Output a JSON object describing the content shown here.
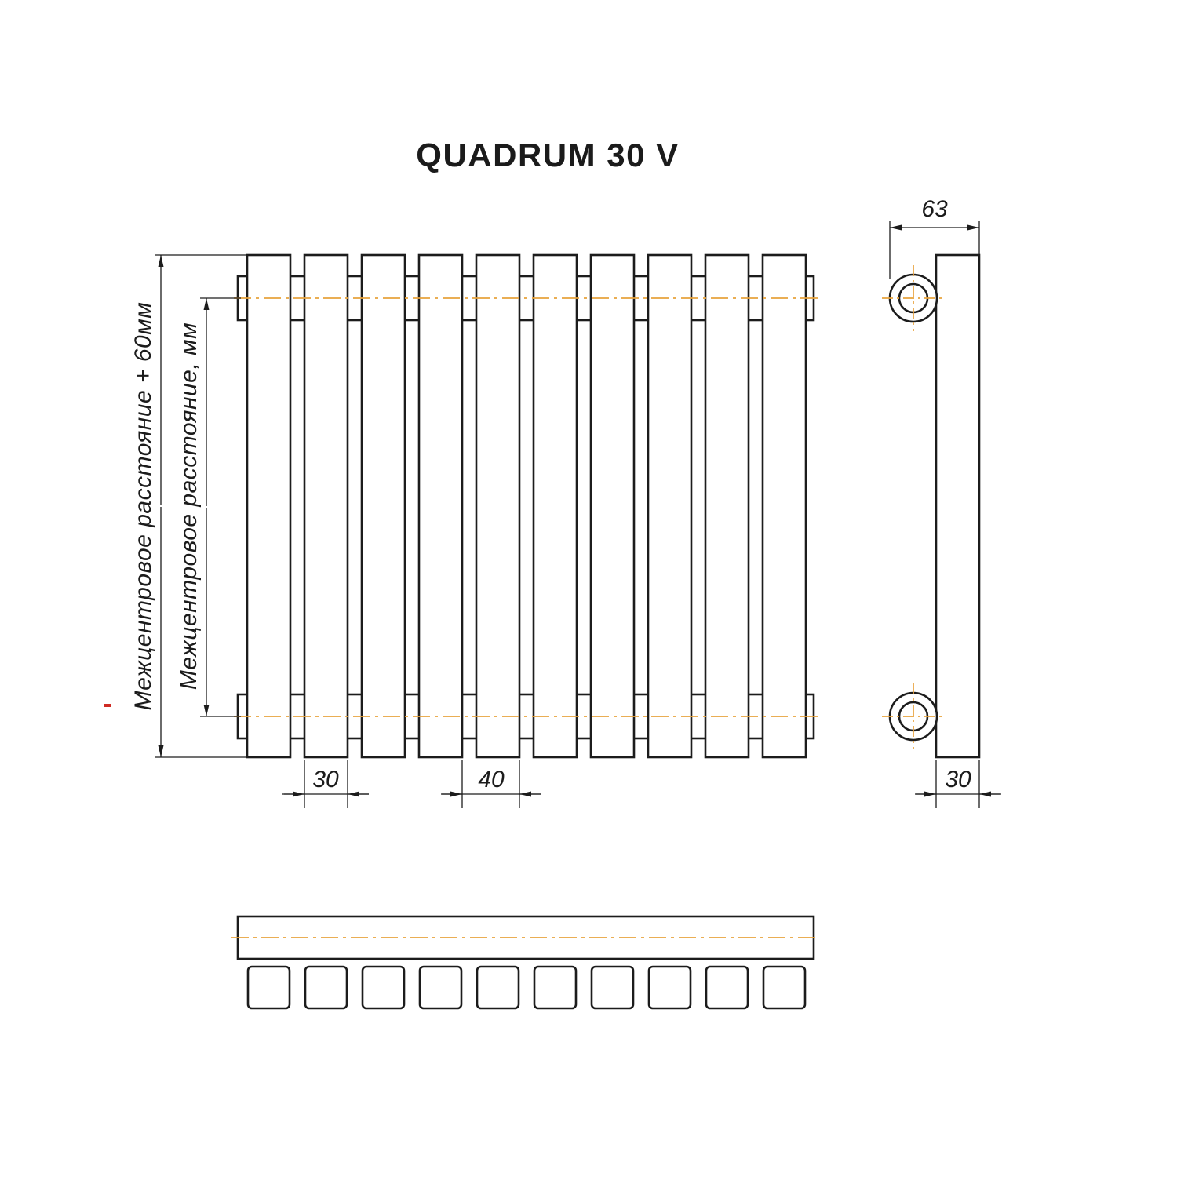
{
  "title": "QUADRUM 30 V",
  "drawing": {
    "section_count": 10,
    "colors": {
      "line": "#1c1c1c",
      "centerline": "#e8a33d",
      "red_mark": "#cf2b24"
    },
    "dimensions": {
      "outer_height_label": "Межцентровое расстояние + 60мм",
      "inner_height_label": "Межцентровое расстояние, мм",
      "section_width": "30",
      "section_pitch": "40",
      "side_depth": "63",
      "side_width": "30"
    }
  }
}
